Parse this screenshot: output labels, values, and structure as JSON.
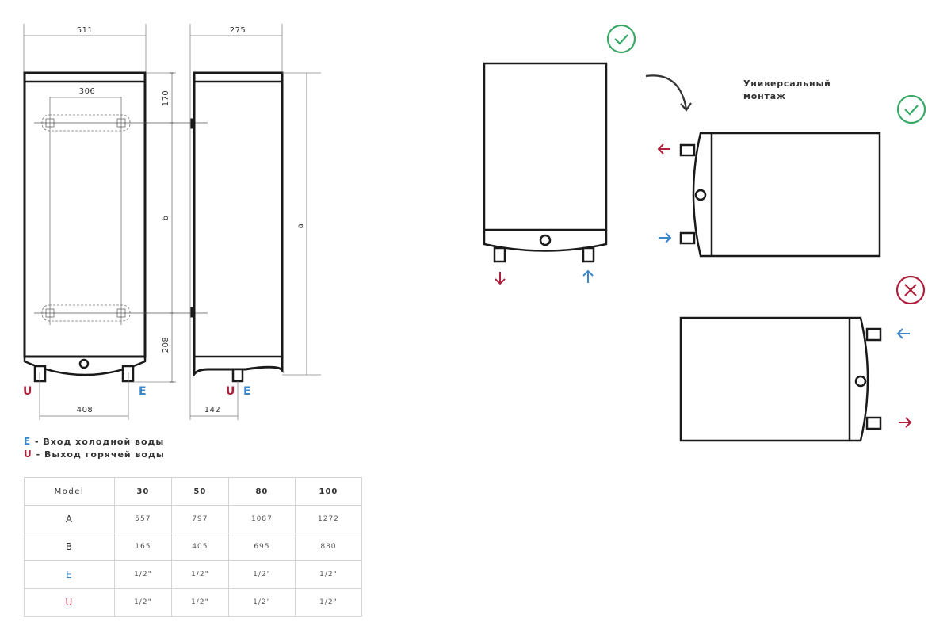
{
  "colors": {
    "hot": "#b01e3c",
    "cold": "#3a86c8",
    "ok": "#3aa866",
    "bad": "#b01e3c"
  },
  "dimensions": {
    "width": "511",
    "depth": "275",
    "bracket_spacing": "306",
    "top_offset": "170",
    "b": "b",
    "bottom_offset": "208",
    "a": "a",
    "pipe_spacing": "408",
    "pipe_depth": "142"
  },
  "ports": {
    "U": "U",
    "E": "E"
  },
  "legend": [
    {
      "key": "E",
      "text": " - Вход холодной воды"
    },
    {
      "key": "U",
      "text": " - Выход горячей воды"
    }
  ],
  "mounting": {
    "line1": "Универсальный",
    "line2": "монтаж"
  },
  "icons": [
    "check-circle-icon",
    "check-circle-icon",
    "cross-circle-icon",
    "curved-arrow-icon"
  ],
  "table": {
    "header": [
      "Model",
      "30",
      "50",
      "80",
      "100"
    ],
    "rows": [
      {
        "label": "A",
        "values": [
          "557",
          "797",
          "1087",
          "1272"
        ]
      },
      {
        "label": "B",
        "values": [
          "165",
          "405",
          "695",
          "880"
        ]
      },
      {
        "label": "E",
        "values": [
          "1/2\"",
          "1/2\"",
          "1/2\"",
          "1/2\""
        ]
      },
      {
        "label": "U",
        "values": [
          "1/2\"",
          "1/2\"",
          "1/2\"",
          "1/2\""
        ]
      }
    ]
  }
}
